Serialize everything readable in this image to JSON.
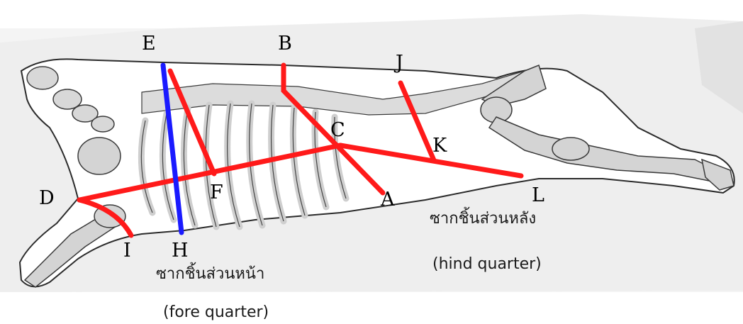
{
  "colors": {
    "cut_line": "#ff1a1a",
    "vertical_line": "#1a1aff",
    "outline": "#2b2b2b",
    "bone": "#d6d6d6",
    "backdrop": "#ececec"
  },
  "point_labels": {
    "A": "A",
    "B": "B",
    "C": "C",
    "D": "D",
    "E": "E",
    "F": "F",
    "H": "H",
    "I": "I",
    "J": "J",
    "K": "K",
    "L": "L"
  },
  "captions": {
    "fore_thai": "ซากชิ้นส่วนหน้า",
    "fore_en": "(fore quarter)",
    "hind_thai": "ซากชิ้นส่วนหลัง",
    "hind_en": "(hind quarter)"
  }
}
